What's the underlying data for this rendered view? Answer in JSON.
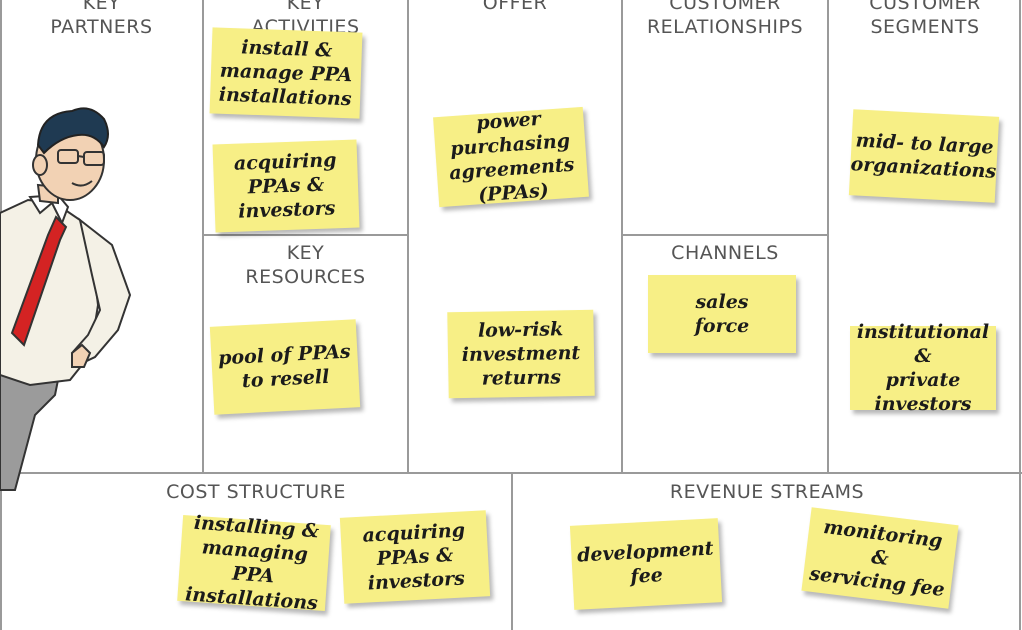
{
  "blocks": {
    "key_partners": "KEY\nPARTNERS",
    "key_activities": "KEY\nACTIVITIES",
    "offer": "OFFER",
    "customer_relationships": "CUSTOMER\nRELATIONSHIPS",
    "customer_segments": "CUSTOMER\nSEGMENTS",
    "key_resources": "KEY\nRESOURCES",
    "channels": "CHANNELS",
    "cost_structure": "COST STRUCTURE",
    "revenue_streams": "REVENUE STREAMS"
  },
  "notes": {
    "install_manage": "install &\nmanage PPA\ninstallations",
    "acquiring_ppas": "acquiring\nPPAs &\ninvestors",
    "power_purchasing": "power purchasing\nagreements\n(PPAs)",
    "mid_large_orgs": "mid- to large\norganizations",
    "pool_ppas": "pool of PPAs\nto resell",
    "low_risk": "low-risk\ninvestment\nreturns",
    "sales_force": "sales\nforce",
    "institutional": "institutional &\nprivate\ninvestors",
    "installing_managing": "installing &\nmanaging PPA\ninstallations",
    "acquiring_ppas_cost": "acquiring\nPPAs &\ninvestors",
    "development_fee": "development\nfee",
    "monitoring_fee": "monitoring &\nservicing fee"
  },
  "colors": {
    "note": "#f7ef86",
    "tie": "#d42323",
    "grid": "#9a9a9a"
  },
  "icons": {
    "character": "businessman-illustration"
  }
}
